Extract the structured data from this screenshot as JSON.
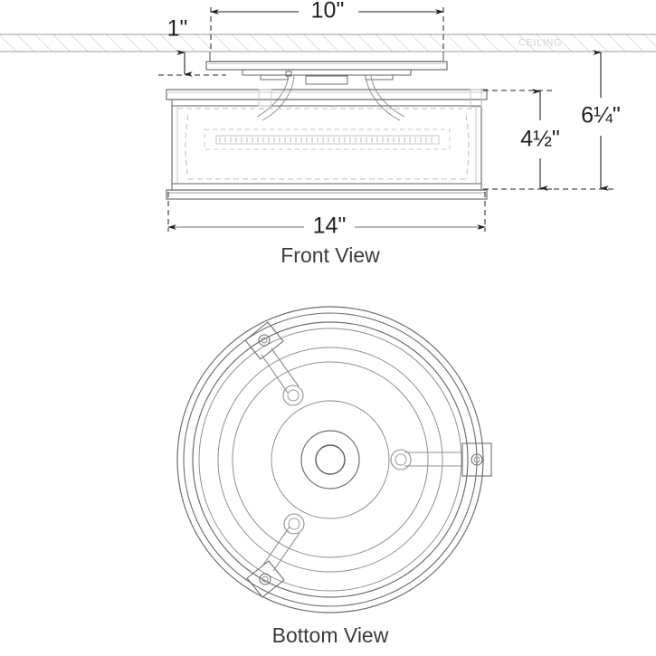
{
  "document": {
    "type": "product-dimension-drawing",
    "subject": "Flush mount ceiling light fixture",
    "background_color": "#ffffff",
    "line_color": "#6d6e71",
    "dim_color": "#231f20",
    "hidden_line_color": "#bcbec0",
    "ceiling_hatch_color": "#d8d9db"
  },
  "front_view": {
    "label": "Front View",
    "ceiling_label": "CEILING",
    "dimensions": {
      "canopy_width": "10\"",
      "canopy_drop": "1\"",
      "shade_height": "4½\"",
      "overall_height": "6¼\"",
      "overall_width": "14\""
    }
  },
  "bottom_view": {
    "label": "Bottom View",
    "mount_tabs": 3,
    "rings": 7,
    "center_boss": true
  },
  "dimension_list": [
    {
      "name": "canopy-width",
      "value": "10\"",
      "orientation": "horizontal"
    },
    {
      "name": "ceiling-gap",
      "value": "1\"",
      "orientation": "vertical"
    },
    {
      "name": "shade-height",
      "value": "4½\"",
      "orientation": "vertical"
    },
    {
      "name": "overall-height",
      "value": "6¼\"",
      "orientation": "vertical"
    },
    {
      "name": "overall-width",
      "value": "14\"",
      "orientation": "horizontal"
    }
  ]
}
